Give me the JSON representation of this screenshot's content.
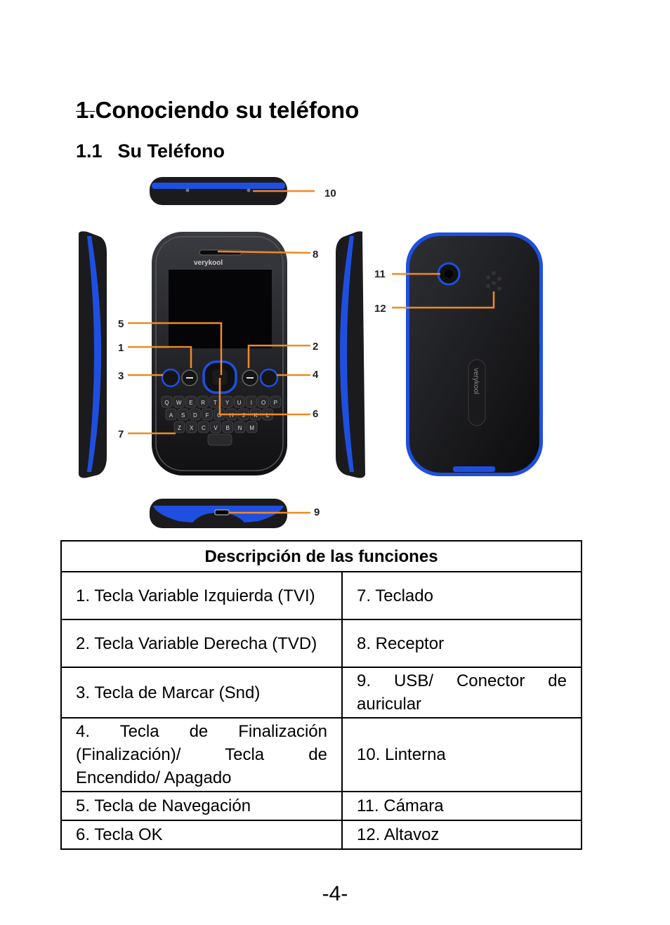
{
  "heading": {
    "number": "1.",
    "title": "Conociendo su teléfono"
  },
  "subheading": {
    "number": "1.1",
    "title": "Su Teléfono"
  },
  "figure": {
    "brand": "verykool",
    "callouts": [
      "1",
      "2",
      "3",
      "4",
      "5",
      "6",
      "7",
      "8",
      "9",
      "10",
      "11",
      "12"
    ],
    "keys_row1": [
      "Q",
      "W",
      "E",
      "R",
      "T",
      "Y",
      "U",
      "I",
      "O",
      "P"
    ],
    "keys_row2": [
      "A",
      "S",
      "D",
      "F",
      "G",
      "H",
      "J",
      "K",
      "L"
    ],
    "keys_row3": [
      "Z",
      "X",
      "C",
      "V",
      "B",
      "N",
      "M"
    ],
    "colors": {
      "accent_blue": "#1f4fe0",
      "callout_orange": "#f08a24",
      "body_black": "#1b1b1e"
    }
  },
  "table": {
    "header": "Descripción de las funciones",
    "rows": [
      [
        "1. Tecla Variable Izquierda (TVI)",
        "7. Teclado"
      ],
      [
        "2. Tecla Variable Derecha (TVD)",
        "8. Receptor"
      ],
      [
        "3. Tecla de Marcar (Snd)",
        "9. USB/ Conector de auricular"
      ],
      [
        "4. Tecla de Finalización (Finalización)/ Tecla de Encendido/ Apagado",
        "10. Linterna"
      ],
      [
        "5. Tecla de Navegación",
        "11. Cámara"
      ],
      [
        "6. Tecla OK",
        "12. Altavoz"
      ]
    ]
  },
  "page_number": "-4-"
}
